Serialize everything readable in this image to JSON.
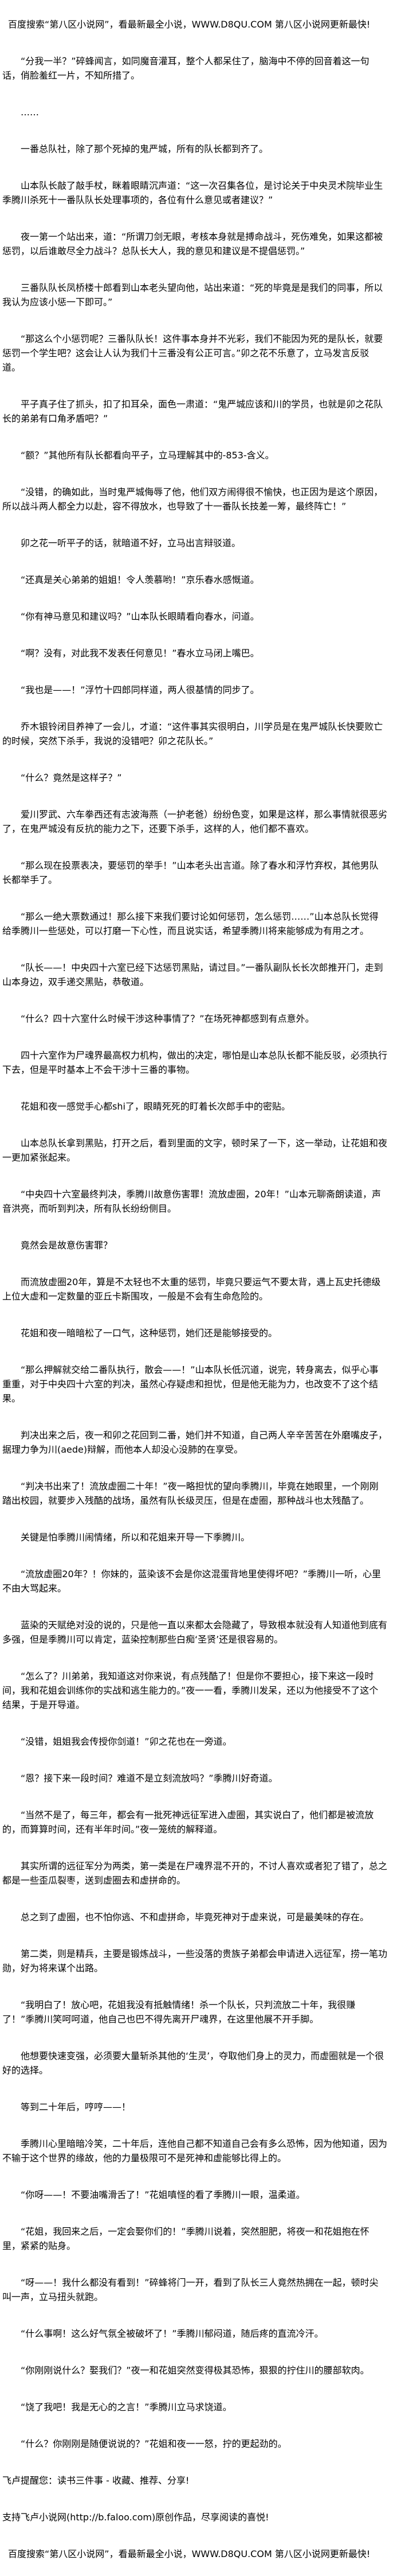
{
  "header_ad": "百度搜索“第八区小说网”，看最新最全小说，WWW.D8QU.COM  第八区小说网更新最快!",
  "paragraphs": [
    "“分我一半？”碎蜂闻言，如同魔音灌耳，整个人都呆住了，脑海中不停的回音着这一句话，俏脸羞红一片，不知所措了。",
    "……",
    "一番总队社，除了那个死掉的鬼严城，所有的队长都到齐了。",
    "山本队长敲了敲手杖，眯着眼睛沉声道：“这一次召集各位，是讨论关于中央灵术院毕业生季腾川杀死十一番队队长处理事项的，各位有什么意见或者建议？”",
    "夜一第一个站出来，道：“所谓刀剑无眼，考核本身就是搏命战斗，死伤难免，如果这都被惩罚，以后谁敢尽全力战斗？总队长大人，我的意见和建议是不提倡惩罚。”",
    "三番队队长凤桥楼十郎看到山本老头望向他，站出来道：“死的毕竟是是我们的同事，所以我认为应该小惩一下即可。”",
    "“那这么个小惩罚呢？三番队队长！这件事本身并不光彩，我们不能因为死的是队长，就要惩罚一个学生吧？这会让人认为我们十三番没有公正可言。”卯之花不乐意了，立马发言反驳道。",
    "平子真子住了抓头，扣了扣耳朵，面色一肃道：“鬼严城应该和川的学员，也就是卯之花队长的弟弟有口角矛盾吧？”",
    "“额？”其他所有队长都看向平子，立马理解其中的-853-含义。",
    "“没错，的确如此，当时鬼严城侮辱了他，他们双方闹得很不愉快，也正因为是这个原因，所以战斗两人都全力以赴，容不得放水，也导致了十一番队长技差一筹，最终阵亡！”",
    "卯之花一听平子的话，就暗道不好，立马出言辩驳道。",
    "“还真是关心弟弟的姐姐！令人羡慕哟！”京乐春水感慨道。",
    "“你有神马意见和建议吗？”山本队长眼睛看向春水，问道。",
    "“啊？没有，对此我不发表任何意见！”春水立马闭上嘴巴。",
    "“我也是——！”浮竹十四郎同样道，两人很基情的同步了。",
    "乔木银铃闭目养神了一会儿，才道：“这件事其实很明白，川学员是在鬼严城队长快要败亡的时候，突然下杀手，我说的没错吧？卯之花队长。”",
    "“什么？竟然是这样子？”",
    "爱川罗武、六车拳西还有志波海燕（一护老爸）纷纷色变，如果是这样，那么事情就很恶劣了，在鬼严城没有反抗的能力之下，还要下杀手，这样的人，他们都不喜欢。",
    "“那么现在投票表决，要惩罚的举手！”山本老头出言道。除了春水和浮竹弃权，其他男队长都举手了。",
    "“那么一绝大票数通过！那么接下来我们要讨论如何惩罚，怎么惩罚……”山本总队长觉得给季腾川一些惩处，可以打磨一下心性，而且说实话，希望季腾川将来能够成为有用之才。",
    "“队长——！中央四十六室已经下达惩罚黑贴，请过目。”一番队副队长长次郎推开门，走到山本身边，双手递交黑贴，恭敬道。",
    "“什么？四十六室什么时候干涉这种事情了？”在场死神都感到有点意外。",
    "四十六室作为尸魂界最高权力机构，做出的决定，哪怕是山本总队长都不能反驳，必须执行下去，但是平时基本上不会干涉十三番的事物。",
    "花姐和夜一感觉手心都shi了，眼睛死死的盯着长次郎手中的密贴。",
    "山本总队长拿到黑贴，打开之后，看到里面的文字，顿时呆了一下，这一举动，让花姐和夜一更加紧张起来。",
    "“中央四十六室最终判决，季腾川故意伤害罪！流放虚圈，20年！”山本元聊斋朗读道，声音洪亮，而听到判决，所有队长纷纷侧目。",
    "竟然会是故意伤害罪？",
    "而流放虚圈20年，算是不太轻也不太重的惩罚，毕竟只要运气不要太背，遇上瓦史托德级上位大虚和一定数量的亚丘卡斯围攻，一般是不会有生命危险的。",
    "花姐和夜一暗暗松了一口气，这种惩罚，她们还是能够接受的。",
    "“那么押解就交给二番队执行，散会——！”山本队长低沉道，说完，转身离去，似乎心事重重，对于中央四十六室的判决，虽然心存疑虑和担忧，但是他无能为力，也改变不了这个结果。",
    "判决出来之后，夜一和卯之花回到二番，她们并不知道，自己两人辛辛苦苦在外磨嘴皮子，据理力争为川(aede)辩解，而他本人却没心没肺的在享受。",
    "“判决书出来了！流放虚圈二十年！”夜一略担忧的望向季腾川，毕竟在她眼里，一个刚刚踏出校园，就要步入残酷的战场，虽然有队长级灵压，但是在虚圈，那种战斗也太残酷了。",
    "关键是怕季腾川闹情绪，所以和花姐来开导一下季腾川。",
    "“流放虚圈20年？！你妹的，蓝染该不会是你这混蛋背地里使得坏吧？”季腾川一听，心里不由大骂起来。",
    "蓝染的天赋绝对没的说的，只是他一直以来都太会隐藏了，导致根本就没有人知道他到底有多强，但是季腾川可以肯定，蓝染控制那些白痴‘圣贤’还是很容易的。",
    "“怎么了？川弟弟，我知道这对你来说，有点残酷了！但是你不要担心，接下来这一段时间，我和花姐会训练你的实战和逃生能力的。”夜一一看，季腾川发呆，还以为他接受不了这个结果，于是开导道。",
    "“没错，姐姐我会传授你剑道！”卯之花也在一旁道。",
    "“恩？接下来一段时间？难道不是立刻流放吗？”季腾川好奇道。",
    "“当然不是了，每三年，都会有一批死神远征军进入虚圈，其实说白了，他们都是被流放的，而算算时间，还有半年时间。”夜一笼统的解释道。",
    "其实所谓的远征军分为两类，第一类是在尸魂界混不开的，不讨人喜欢或者犯了错了，总之都是一些歪瓜裂枣，送到虚圈去和虚拼命的。",
    "总之到了虚圈，也不怕你逃、不和虚拼命，毕竟死神对于虚来说，可是最美味的存在。",
    "第二类，则是精兵，主要是锻炼战斗，一些没落的贵族子弟都会申请进入远征军，捞一笔功勋，好为将来谋个出路。",
    "“我明白了！放心吧，花姐我没有抵触情绪！杀一个队长，只判流放二十年，我很赚了！”季腾川笑呵呵道，他自己也巴不得先离开尸魂界，在这里他展不开手脚。",
    "他想要快速变强，必须要大量斩杀其他的‘生灵’，夺取他们身上的灵力，而虚圈就是一个很好的选择。",
    "等到二十年后，哼哼——！",
    "季腾川心里暗暗冷笑，二十年后，连他自己都不知道自己会有多么恐怖，因为他知道，因为不输于这个世界的缘故，他的力量极限可不是死神和虚能够比得上的。",
    "“你呀——！不要油嘴滑舌了！”花姐嗔怪的看了季腾川一眼，温柔道。",
    "“花姐，我回来之后，一定会娶你们的！”季腾川说着，突然胆肥，将夜一和花姐抱在怀里，紧紧的贴身。",
    "“呀——！我什么都没有看到！”碎蜂将门一开，看到了队长三人竟然热拥在一起，顿时尖叫一声，立马扭头就跑。",
    "“什么事啊！这么好气氛全被破坏了！”季腾川郁闷道，随后疼的直流冷汗。",
    "“你刚刚说什么？娶我们？”夜一和花姐突然变得极其恐怖，狠狠的拧住川的腰部软肉。",
    "“饶了我吧！我是无心的之言！”季腾川立马求饶道。",
    "“什么？你刚刚是随便说说的？”花姐和夜一一怒，拧的更起劲的。"
  ],
  "footer": {
    "faloo_reminder": "飞卢提醒您：读书三件事 - 收藏、推荐、分享!",
    "faloo_support": "支持飞卢小说网(http://b.faloo.com)原创作品，尽享阅读的喜悦!",
    "bottom_ad": "百度搜索“第八区小说网”，看最新最全小说，WWW.D8QU.COM  第八区小说网更新最快!"
  }
}
